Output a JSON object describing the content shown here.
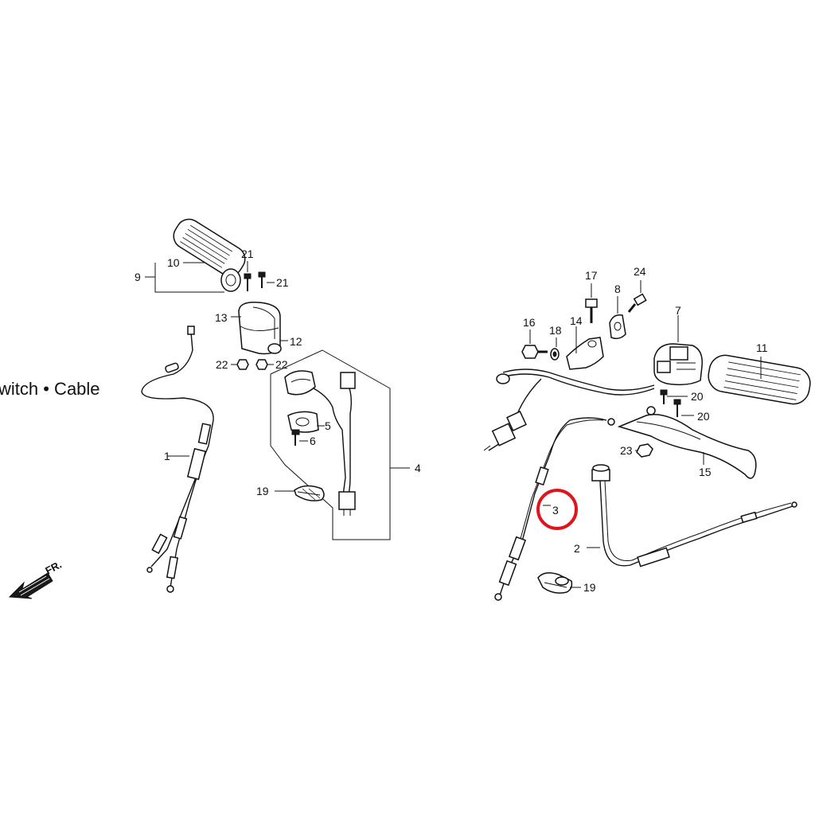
{
  "diagram": {
    "title": "witch • Cable",
    "direction_label": "FR.",
    "highlight_color": "#e0141c",
    "highlighted_part": "3",
    "labels": {
      "p1": "1",
      "p2": "2",
      "p3": "3",
      "p4": "4",
      "p5": "5",
      "p6": "6",
      "p7": "7",
      "p8": "8",
      "p9": "9",
      "p10": "10",
      "p11": "11",
      "p12": "12",
      "p13": "13",
      "p14": "14",
      "p15": "15",
      "p16": "16",
      "p17": "17",
      "p18": "18",
      "p19a": "19",
      "p19b": "19",
      "p20a": "20",
      "p20b": "20",
      "p21a": "21",
      "p21b": "21",
      "p22a": "22",
      "p22b": "22",
      "p23": "23",
      "p24": "24"
    }
  }
}
